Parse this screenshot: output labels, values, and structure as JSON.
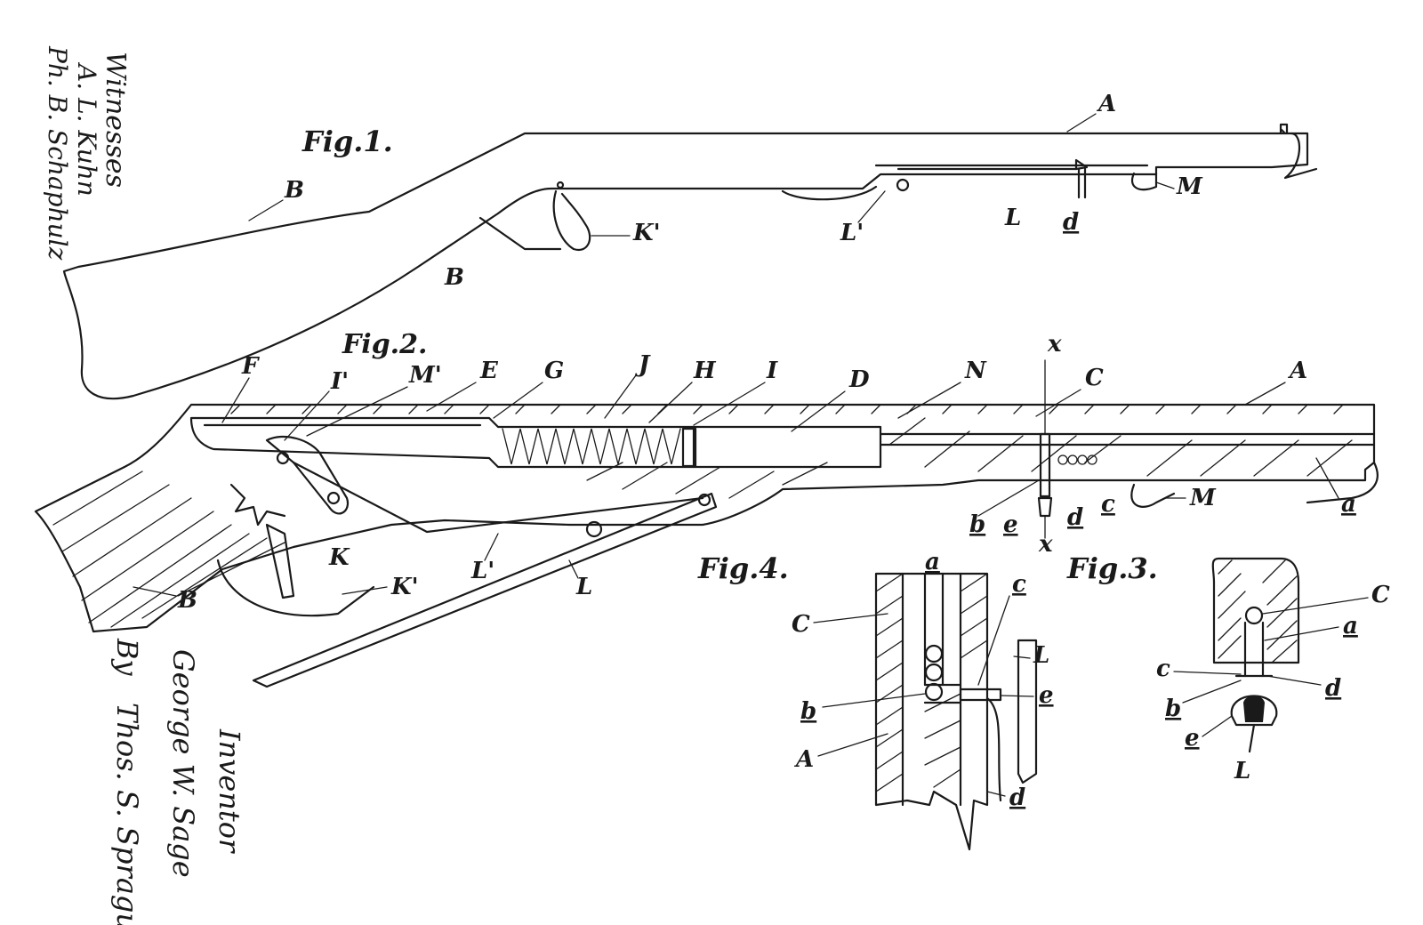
{
  "figures": {
    "fig1": "Fig.1.",
    "fig2": "Fig.2.",
    "fig3": "Fig.3.",
    "fig4": "Fig.4."
  },
  "witnesses": {
    "heading": "Witnesses",
    "sig1": "A. L. Kuhn",
    "sig2": "Ph. B. Schaphulz"
  },
  "inventor": {
    "heading": "Inventor",
    "name": "George W. Sage",
    "by": "By",
    "attorney": "Thos. S. Sprague"
  },
  "labels": {
    "A": "A",
    "B": "B",
    "C": "C",
    "D": "D",
    "E": "E",
    "F": "F",
    "G": "G",
    "H": "H",
    "I": "I",
    "J": "J",
    "K": "K",
    "L": "L",
    "M": "M",
    "N": "N",
    "Iprime": "I'",
    "Kprime": "K'",
    "Lprime": "L'",
    "Mprime": "M'",
    "a": "a",
    "b": "b",
    "c": "c",
    "d": "d",
    "e": "e",
    "x": "x"
  }
}
